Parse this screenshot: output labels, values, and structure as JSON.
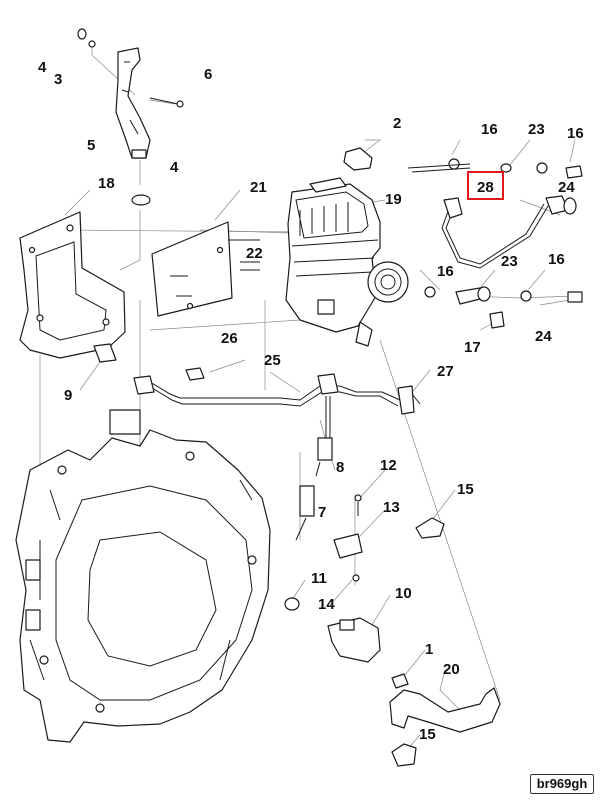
{
  "refs": {
    "r1": "1",
    "r2": "2",
    "r3": "3",
    "r4a": "4",
    "r4b": "4",
    "r5": "5",
    "r6": "6",
    "r7": "7",
    "r8": "8",
    "r9": "9",
    "r10": "10",
    "r11": "11",
    "r12": "12",
    "r13": "13",
    "r14": "14",
    "r15a": "15",
    "r15b": "15",
    "r16a": "16",
    "r16b": "16",
    "r16c": "16",
    "r16d": "16",
    "r17": "17",
    "r18": "18",
    "r19": "19",
    "r20": "20",
    "r21": "21",
    "r22": "22",
    "r23a": "23",
    "r23b": "23",
    "r24a": "24",
    "r24b": "24",
    "r25": "25",
    "r26": "26",
    "r27": "27",
    "r28": "28"
  },
  "highlighted_ref": "28",
  "highlight_color": "#e3161c",
  "drawing_code": "br969gh"
}
